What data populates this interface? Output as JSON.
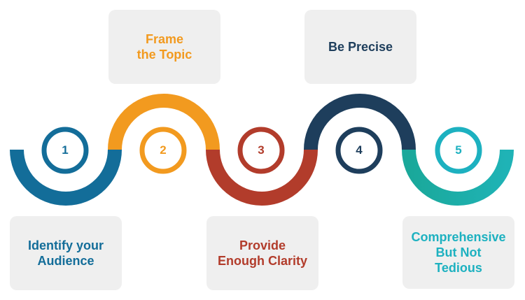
{
  "colors": {
    "step1": "#136d99",
    "step2": "#f29a1f",
    "step3": "#b23c2b",
    "step4": "#1e3e5c",
    "step5": "#1aa89a",
    "card_bg": "#efefef"
  },
  "steps": [
    {
      "number": "1",
      "label": "Identify your\nAudience",
      "text_color": "#136d99"
    },
    {
      "number": "2",
      "label": "Frame\nthe Topic",
      "text_color": "#f29a1f"
    },
    {
      "number": "3",
      "label": "Provide\nEnough Clarity",
      "text_color": "#b23c2b"
    },
    {
      "number": "4",
      "label": "Be Precise",
      "text_color": "#1e3e5c"
    },
    {
      "number": "5",
      "label": "Comprehensive\nBut Not\nTedious",
      "text_color": "#1db1c0"
    }
  ]
}
